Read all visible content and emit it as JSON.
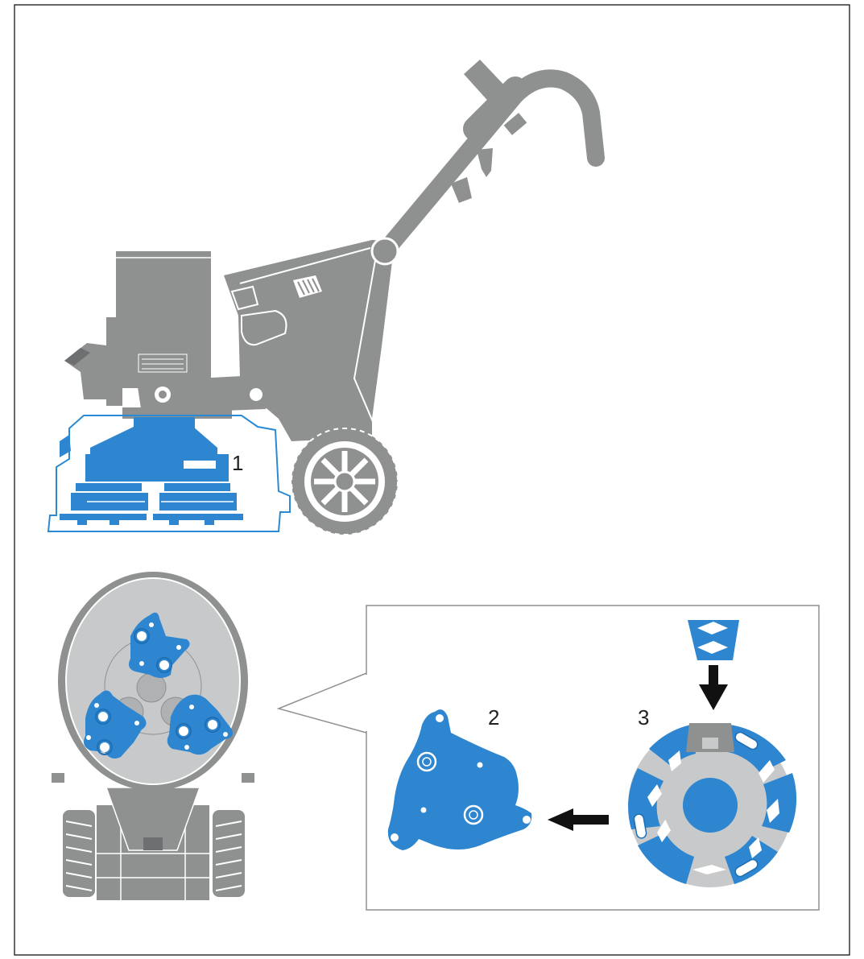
{
  "callouts": {
    "grinding_head": "1",
    "tool_plate": "2",
    "segment_holder": "3"
  },
  "colors": {
    "frame": "#333333",
    "machine": "#8f9090",
    "machine_dark": "#6e6f70",
    "light_grey": "#c8c9ca",
    "blue": "#2d86cf",
    "blue_dark": "#1f6fb4",
    "outline_blue": "#2a8ad4",
    "white": "#ffffff",
    "arrow": "#111111"
  },
  "icons": {
    "machine": "floor-grinder-icon",
    "head": "grinding-head-icon",
    "arrow_down": "arrow-down-icon",
    "arrow_left": "arrow-left-icon"
  }
}
